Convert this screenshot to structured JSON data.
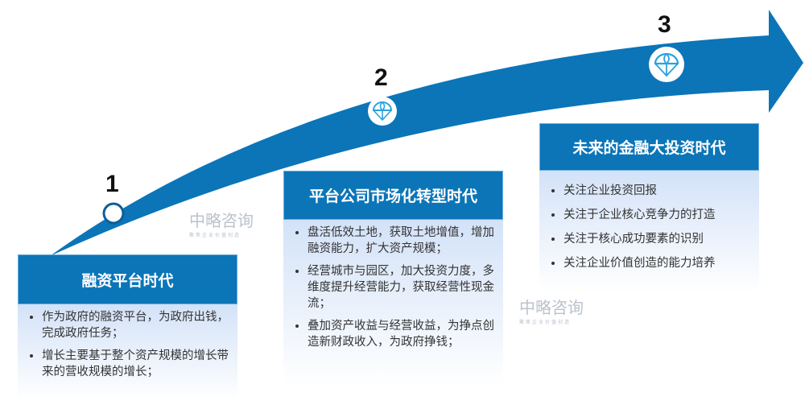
{
  "colors": {
    "accent": "#0b75b8",
    "header_border": "#6aaee0"
  },
  "stages": [
    {
      "number": "1",
      "title": "融资平台时代",
      "icon": "circle-marker-icon",
      "bullets": [
        "作为政府的融资平台，为政府出钱，完成政府任务；",
        "增长主要基于整个资产规模的增长带来的营收规模的增长；"
      ]
    },
    {
      "number": "2",
      "title": "平台公司市场化转型时代",
      "icon": "parachute-icon",
      "bullets": [
        "盘活低效土地，获取土地增值，增加融资能力，扩大资产规模；",
        "经营城市与园区，加大投资力度，多维度提升经营能力，获取经营性现金流；",
        "叠加资产收益与经营收益，为挣点创造新财政收入，为政府挣钱；"
      ]
    },
    {
      "number": "3",
      "title": "未来的金融大投资时代",
      "icon": "parachute-icon",
      "bullets": [
        "关注企业投资回报",
        "关注于企业核心竞争力的打造",
        "关注于核心成功要素的识别",
        "关注企业价值创造的能力培养"
      ]
    }
  ],
  "watermark": {
    "name": "中略咨询",
    "tagline": "聚焦企业价值创造"
  }
}
